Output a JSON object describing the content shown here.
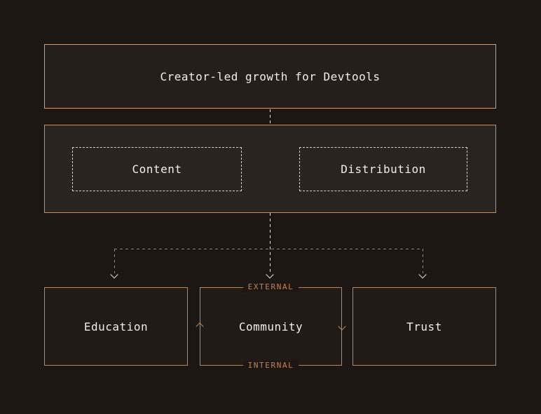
{
  "diagram": {
    "title": "Creator-led growth for Devtools",
    "pillars": {
      "content": "Content",
      "distribution": "Distribution"
    },
    "outcomes": {
      "education": "Education",
      "community": "Community",
      "trust": "Trust"
    },
    "tags": {
      "external": "EXTERNAL",
      "internal": "INTERNAL"
    },
    "colors": {
      "background": "#1c1713",
      "panel_fill": "#2a2421",
      "title_fill": "#251e1a",
      "node_fill": "#211b17",
      "accent_orange": "#d08a52",
      "node_border_orange": "#c8824c",
      "tag_orange": "#c3824c",
      "dashed_box_light": "#d5d0cb",
      "connector_gray": "#8a847e",
      "connector_white": "#e8e5e1",
      "text": "#f1eeeb"
    }
  }
}
